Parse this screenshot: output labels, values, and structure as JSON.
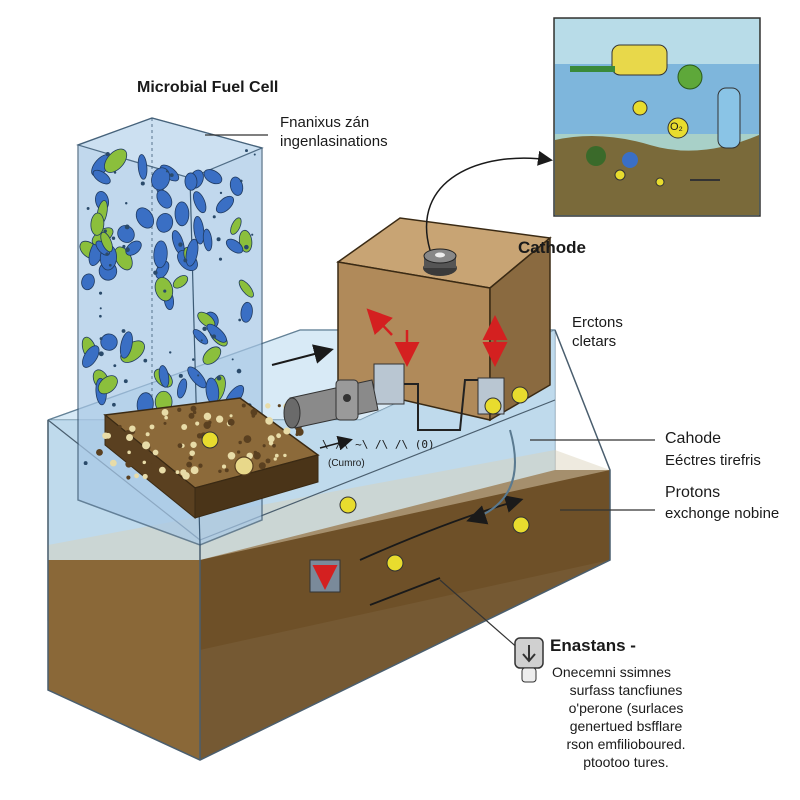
{
  "labels": {
    "title": "Microbial Fuel Cell",
    "top_note_line1": "Fnanixus zán",
    "top_note_line2": "ingenlasinations",
    "cathode_top": "Cathode",
    "erctons_title": "Erctons",
    "erctons_sub": "cletars",
    "cahode_title": "Cahode",
    "cahode_sub": "Eéctres tirefris",
    "protons_title": "Protons",
    "protons_sub": "exchonge nobine",
    "enastans_title": "Enastans -",
    "enastans_lines": [
      "Onecemni ssimnes",
      "surfass tancfiunes",
      "o'perone (surlaces",
      "genertued bsfflare",
      "rson emfilioboured.",
      "ptootoo tures."
    ],
    "formula_sketch": "\\ /\\ ~\\ /\\ /\\ (0)",
    "cumro": "(Cumro)",
    "inset_o2": "O₂"
  },
  "colors": {
    "column_fill": "#a8c8e6",
    "water_fill": "#bcd8ec",
    "sediment": "#7a5a30",
    "cathode_box": "#b08a5a",
    "bacteria_blue": "#3a6fc4",
    "bacteria_green": "#8bbf3c",
    "proton_yellow": "#e8dc2e",
    "arrow_red": "#d42020"
  }
}
